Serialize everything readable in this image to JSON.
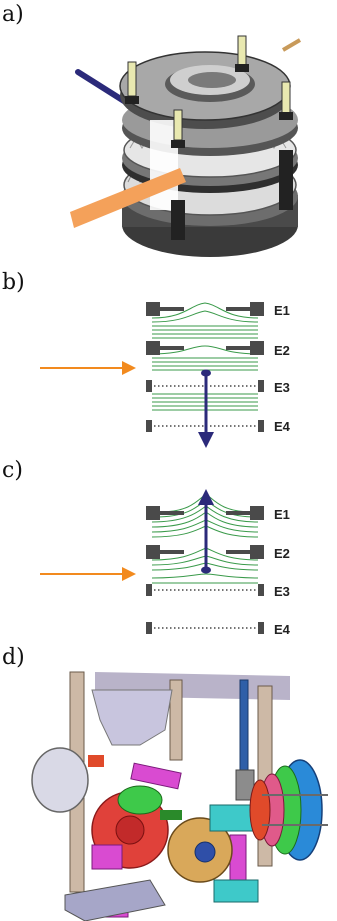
{
  "panels": {
    "a": {
      "label": "a)"
    },
    "b": {
      "label": "b)",
      "electrodes": [
        "E1",
        "E2",
        "E3",
        "E4"
      ]
    },
    "c": {
      "label": "c)",
      "electrodes": [
        "E1",
        "E2",
        "E3",
        "E4"
      ]
    },
    "d": {
      "label": "d)"
    }
  },
  "colors": {
    "field_lines": "#3a9a4a",
    "beam_arrow": "#f28a1e",
    "ion_arrow": "#2b2a7a",
    "electrode": "#4a4a4a"
  }
}
